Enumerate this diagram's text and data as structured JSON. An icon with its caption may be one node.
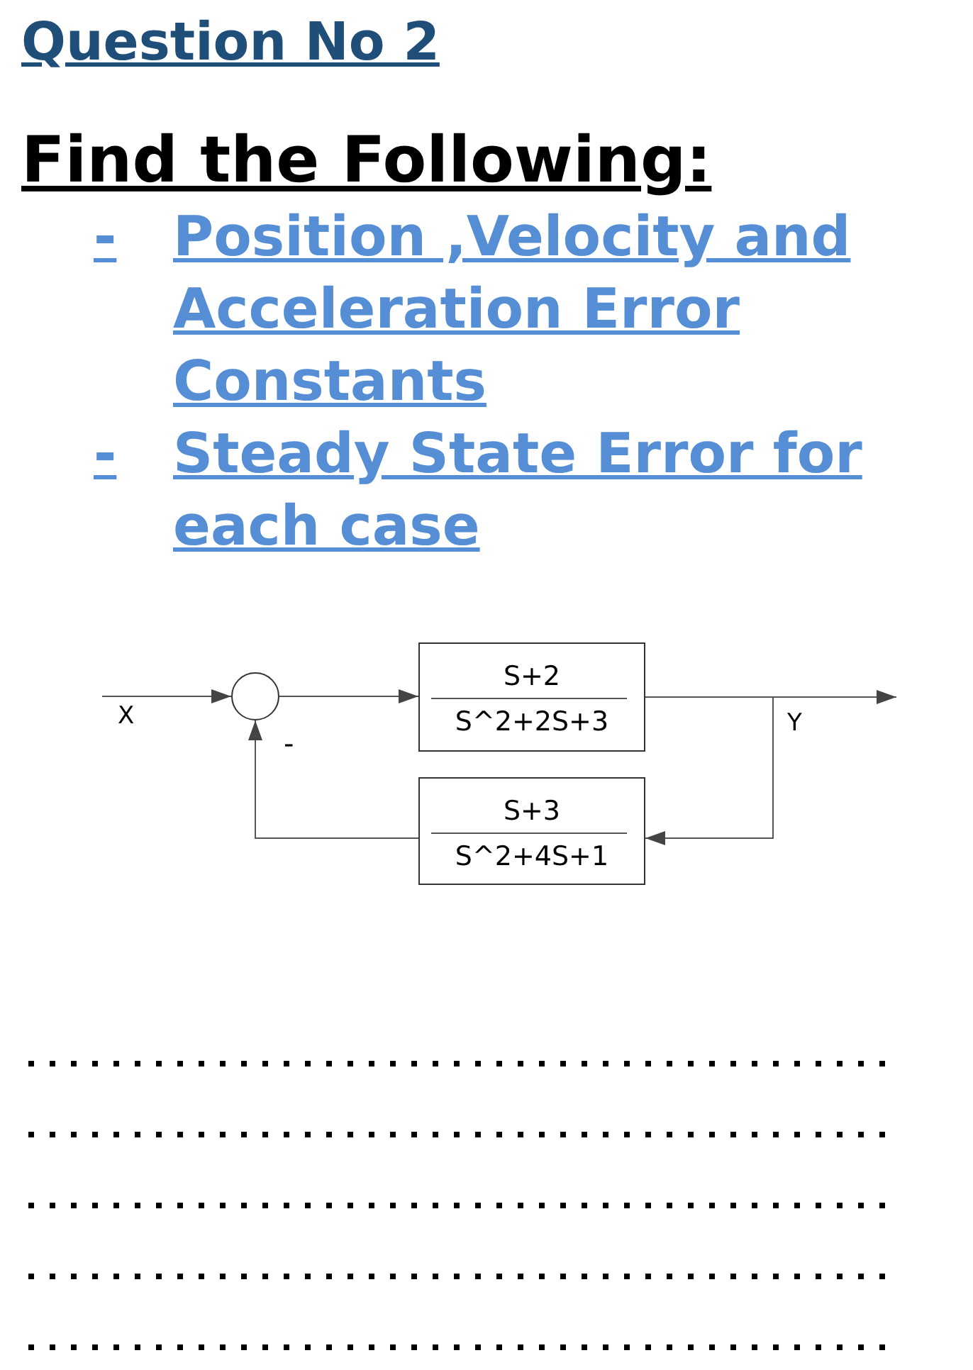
{
  "diagram": {
    "title": "Question No 2",
    "nodes": [
      {
        "text": [],
        "shape": "circle",
        "beside": [
          "-"
        ]
      },
      {
        "text": [
          "S+2",
          "S^2+2S+3"
        ]
      },
      {
        "text": [
          "S+3",
          "S^2+4S+1"
        ]
      }
    ],
    "edges": [
      {
        "from": null,
        "to": 0,
        "arrow": "to",
        "label": "X"
      },
      {
        "from": 0,
        "to": 1,
        "arrow": "to"
      },
      {
        "from": 1,
        "to": null,
        "arrow": "to",
        "label": "Y"
      },
      {
        "from": 1,
        "to": 2,
        "arrow": "to"
      },
      {
        "from": 2,
        "to": 0,
        "arrow": "to"
      }
    ],
    "labels": [
      "Find the Following:",
      "-",
      "Position ,Velocity and Acceleration Error Constants",
      "-",
      "Steady State Error for each case"
    ]
  }
}
